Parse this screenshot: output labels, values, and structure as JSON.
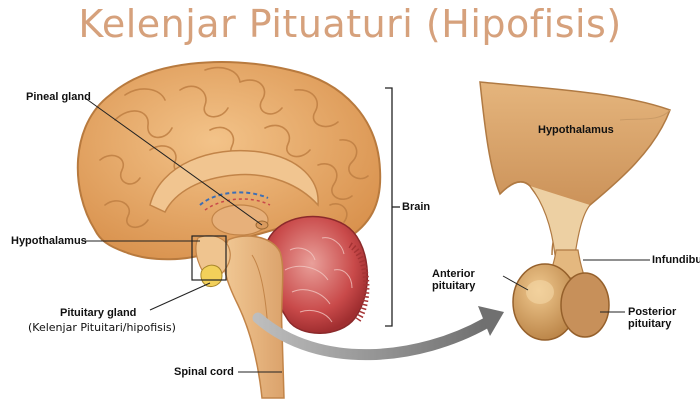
{
  "title": "Kelenjar Pituaturi (Hipofisis)",
  "labels": {
    "pineal_gland": "Pineal gland",
    "hypothalamus_left": "Hypothalamus",
    "pituitary_gland": "Pituitary gland",
    "pituitary_gland_translation": "(Kelenjar Pituitari/hipofisis)",
    "spinal_cord": "Spinal cord",
    "brain": "Brain",
    "hypothalamus_right": "Hypothalamus",
    "infundibulum": "Infundibulum",
    "anterior_pituitary_line1": "Anterior",
    "anterior_pituitary_line2": "pituitary",
    "posterior_pituitary_line1": "Posterior",
    "posterior_pituitary_line2": "pituitary"
  },
  "colors": {
    "title": "#d6a17c",
    "brain_tissue": "#e8ab6e",
    "cerebellum": "#c94a4a",
    "tissue_right": "#d7a66c",
    "arrow": "#8c8c8c"
  }
}
